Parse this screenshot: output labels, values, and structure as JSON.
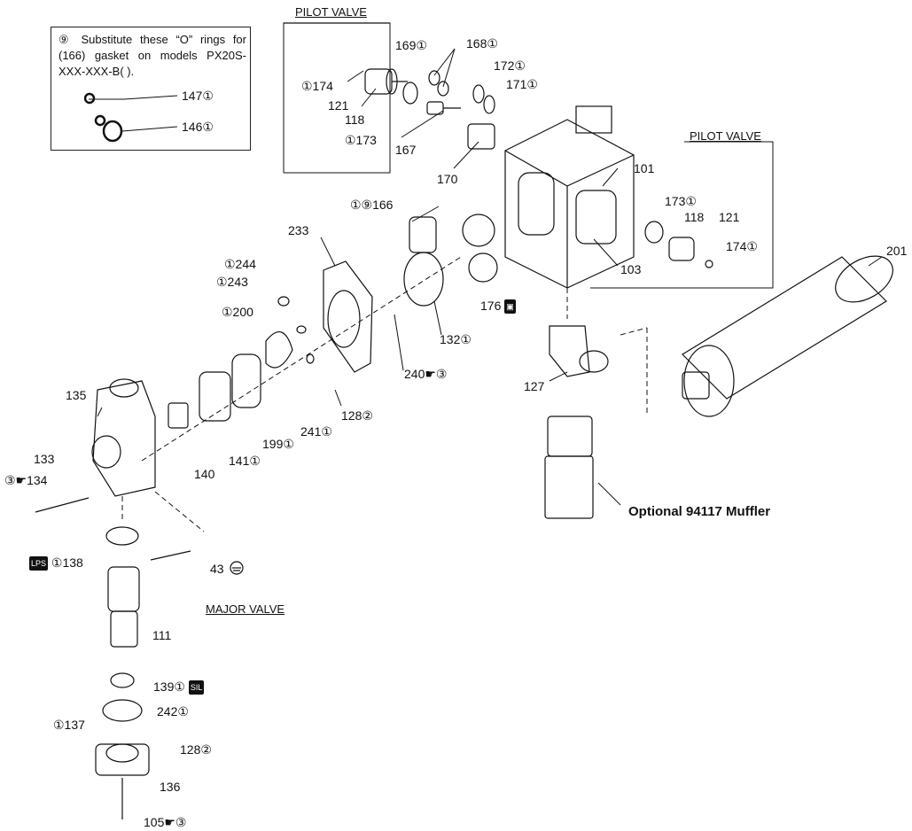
{
  "note": {
    "text": "⑨  Substitute these “O” rings for (166) gasket on models PX20S-XXX-XXX-B( ).",
    "parts": [
      {
        "label": "147①"
      },
      {
        "label": "146①"
      }
    ]
  },
  "sections": {
    "pilot_valve_top": "PILOT VALVE",
    "pilot_valve_right": "PILOT VALVE",
    "major_valve": "MAJOR VALVE"
  },
  "labels": {
    "p174a": "①174",
    "p121a": "121",
    "p118a": "118",
    "p173a": "①173",
    "p169": "169①",
    "p168": "168①",
    "p172": "172①",
    "p171": "171①",
    "p167": "167",
    "p170": "170",
    "p101": "101",
    "p173b": "173①",
    "p118b": "118",
    "p121b": "121",
    "p174b": "174①",
    "p103": "103",
    "p201": "201",
    "p166": "①⑨166",
    "p233": "233",
    "p244": "①244",
    "p243": "①243",
    "p200": "①200",
    "p176": "176",
    "p132": "132①",
    "p240": "240",
    "p240b": "☛③",
    "p127": "127",
    "p135": "135",
    "p128a": "128②",
    "p241": "241①",
    "p199": "199①",
    "p141": "141①",
    "p140": "140",
    "p133": "133",
    "p134": "③☛134",
    "p138": "①138",
    "p43": "43",
    "p111": "111",
    "p139": "139①",
    "p242": "242①",
    "p137": "①137",
    "p128b": "128②",
    "p136": "136",
    "p105": "105",
    "p105b": "☛③"
  },
  "muffler": "Optional 94117 Muffler",
  "icons": [
    "ground-symbol-icon",
    "grease-badge-icon",
    "lubricant-badge-icon"
  ]
}
